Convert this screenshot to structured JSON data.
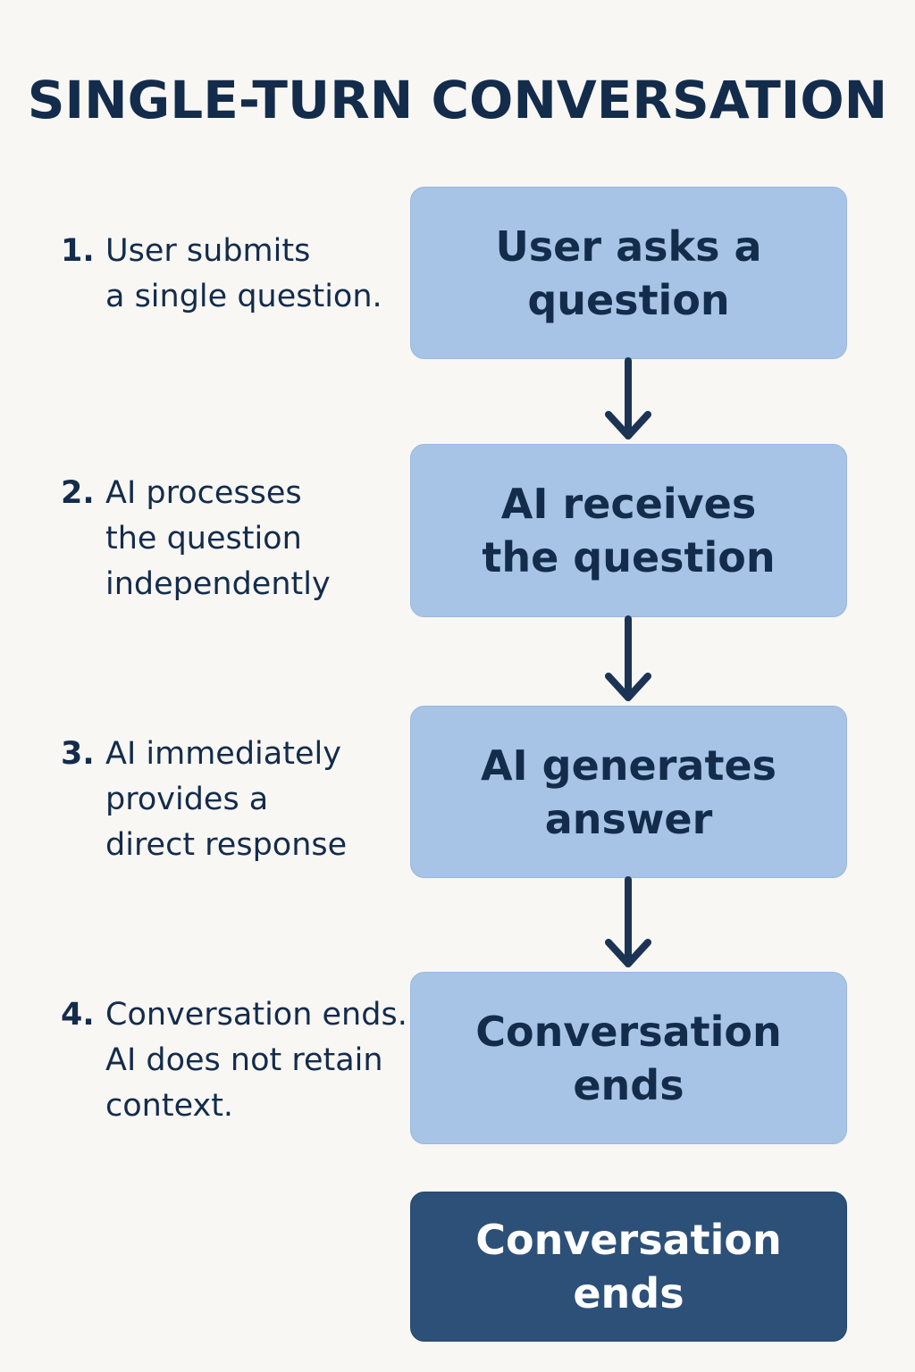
{
  "title": "SINGLE-TURN CONVERSATION",
  "steps": [
    {
      "number": "1.",
      "text": "User submits\na single question."
    },
    {
      "number": "2.",
      "text": "AI processes\nthe question\nindependently"
    },
    {
      "number": "3.",
      "text": "AI immediately\nprovides a\ndirect response"
    },
    {
      "number": "4.",
      "text": "Conversation ends.\nAI does not retain\ncontext."
    }
  ],
  "boxes": [
    {
      "label": "User asks a\nquestion"
    },
    {
      "label": "AI receives\nthe question"
    },
    {
      "label": "AI generates\nanswer"
    },
    {
      "label": "Conversation\nends"
    },
    {
      "label": "Conversation\nends"
    }
  ],
  "colors": {
    "background": "#f8f7f4",
    "text": "#142c4b",
    "box_light": "#a7c4e6",
    "box_dark": "#2c5078",
    "arrow": "#1c3454"
  }
}
